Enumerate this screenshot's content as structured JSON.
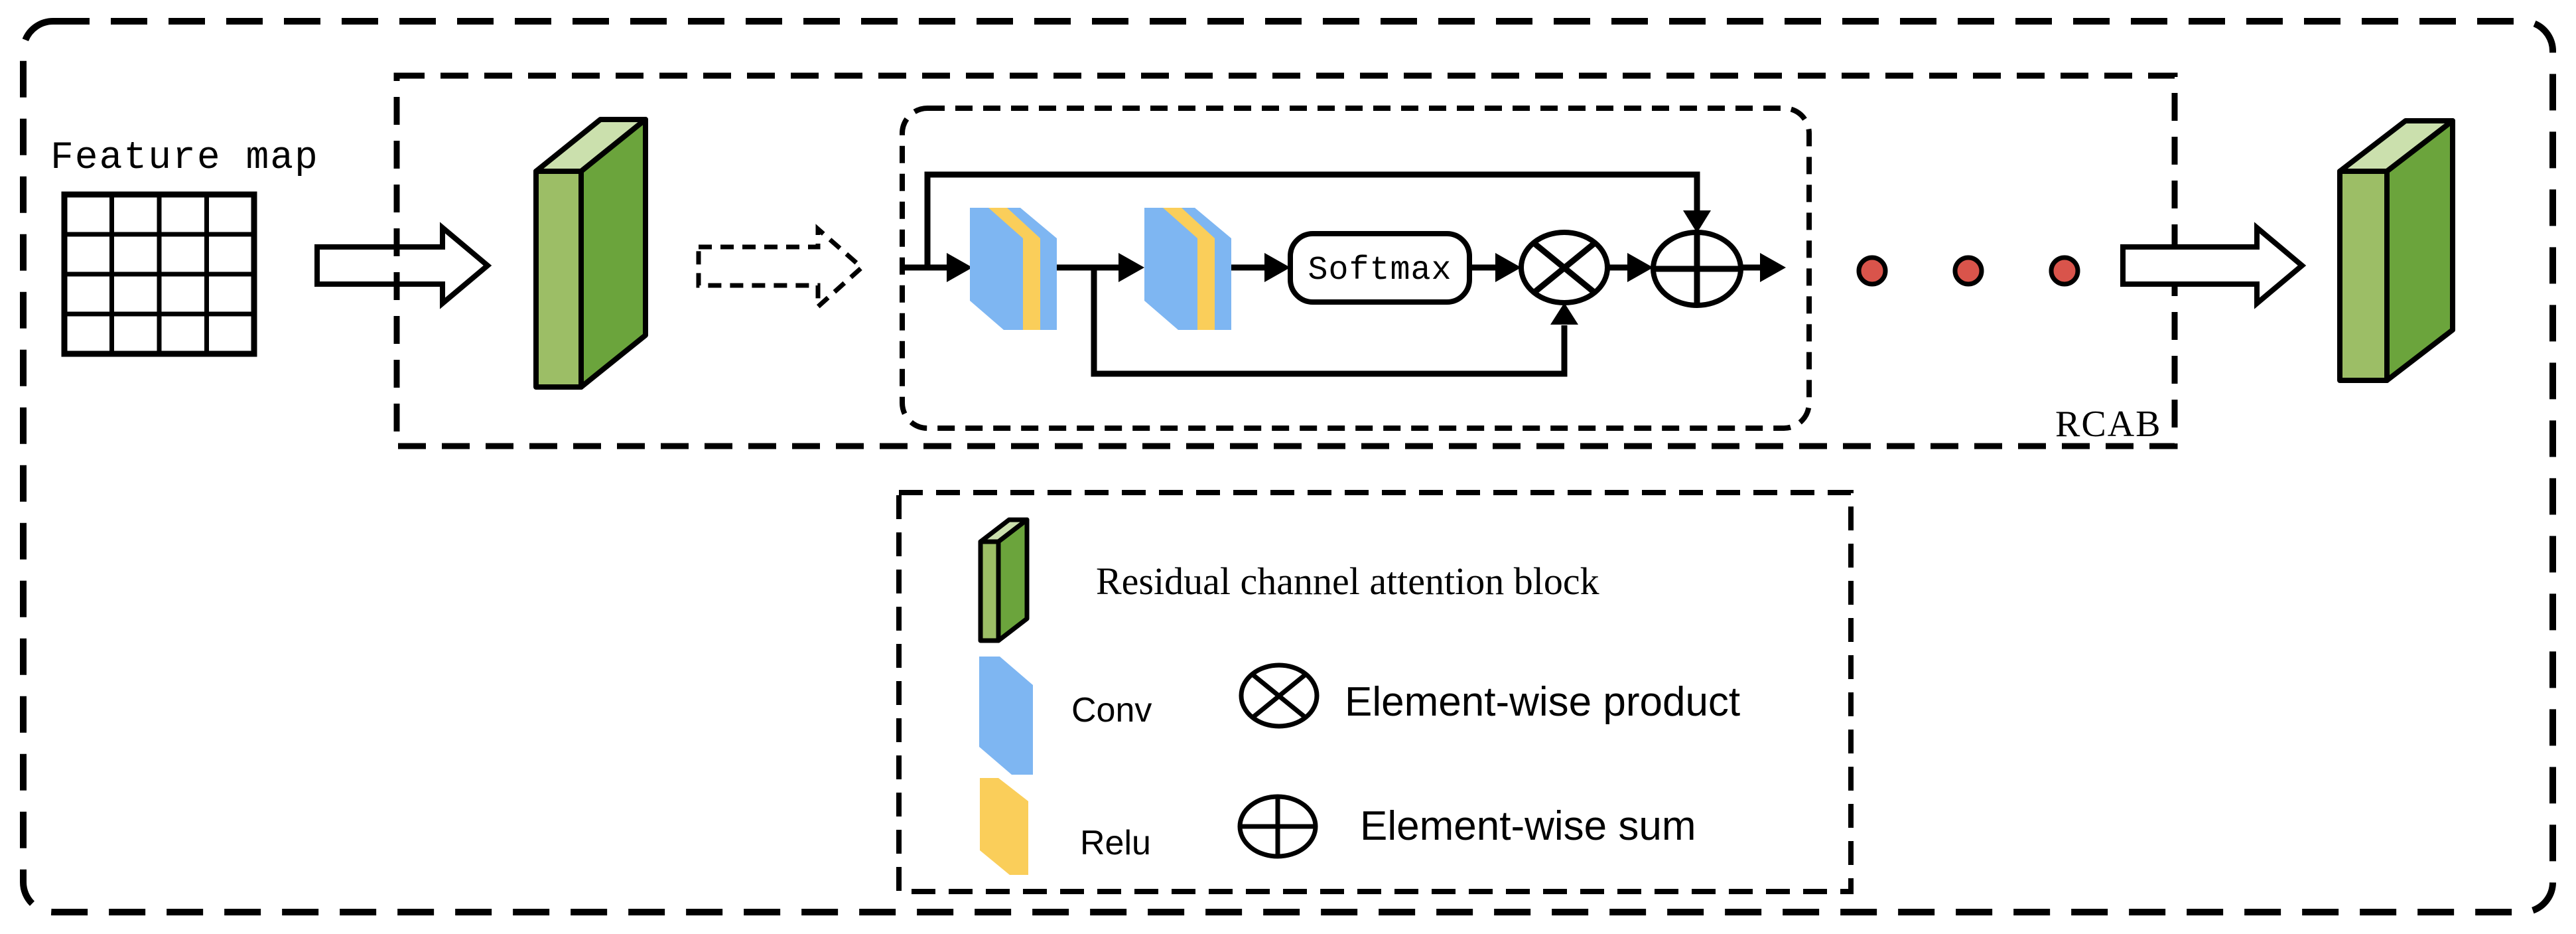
{
  "title": "Residual channel attention block (RCAB) architecture diagram",
  "labels": {
    "feature_map": "Feature map",
    "softmax": "Softmax",
    "rcab": "RCAB"
  },
  "legend": {
    "residual_label": "Residual channel attention block",
    "conv_label": "Conv",
    "relu_label": "Relu",
    "product_label": "Element-wise product",
    "sum_label": "Element-wise sum"
  },
  "feature_map_grid": {
    "rows": 4,
    "cols": 4
  },
  "repetition_dots_count": 3,
  "colors": {
    "block_front_green": "#9CBE66",
    "block_side_green": "#6BA43C",
    "block_top_green": "#CBE0AD",
    "conv_blue": "#7EB6F2",
    "relu_yellow": "#FACE5A",
    "dot_red": "#D9544B",
    "line_black": "#000000",
    "background": "#FFFFFF"
  },
  "icons": [
    "feature-map-grid-icon",
    "big-right-arrow-icon",
    "dashed-right-arrow-icon",
    "residual-block-icon",
    "conv-relu-slab-icon",
    "element-wise-product-icon",
    "element-wise-sum-icon",
    "red-dot-ellipsis-icon"
  ]
}
